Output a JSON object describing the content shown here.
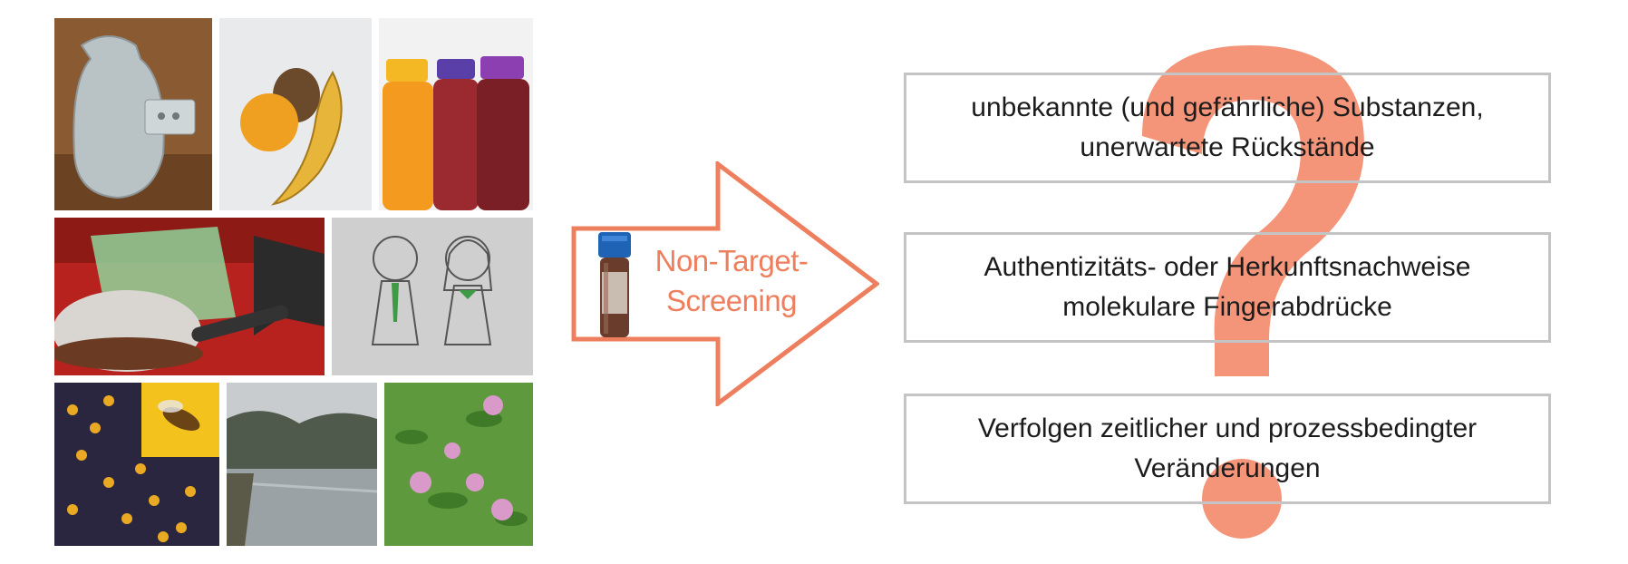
{
  "arrow": {
    "line1": "Non-Target-",
    "line2": "Screening",
    "color": "#ee7f5e"
  },
  "boxes": [
    {
      "line1": "unbekannte (und gefährliche) Substanzen,",
      "line2": "unerwartete Rückstände"
    },
    {
      "line1": "Authentizitäts- oder Herkunftsnachweise",
      "line2": "molekulare Fingerabdrücke"
    },
    {
      "line1": "Verfolgen zeitlicher und prozessbedingter",
      "line2": "Veränderungen"
    }
  ],
  "colors": {
    "accent": "#ee7f5e",
    "question_mark": "#f4957a",
    "box_border": "#c4c4c4",
    "text": "#1c1c1c"
  },
  "collage": {
    "photos": [
      "hot-water-bottle-and-pacifier",
      "orange-kiwi-banana",
      "juice-bottles",
      "powder-dish-and-funnel",
      "sketch-of-two-people",
      "bee-pollen",
      "river-landscape",
      "clover-meadow"
    ]
  }
}
